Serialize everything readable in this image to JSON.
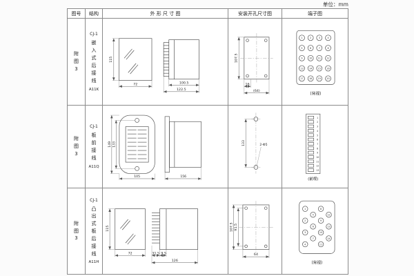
{
  "unit_label": "单位：mm",
  "headers": [
    "图号",
    "结构",
    "外 形 尺 寸 图",
    "安装开孔尺寸图",
    "端子图"
  ],
  "rows": [
    {
      "fig": "附图3",
      "struct": {
        "prefix": "CJ-1",
        "body": "嵌入式后接线",
        "model": "A11K"
      },
      "outline": {
        "height": "115",
        "width": "72",
        "depth_body": "100.5",
        "depth_total": "122.5"
      },
      "mount": {
        "height": "107.5",
        "offset": "16",
        "width": "(64)"
      },
      "terminal": {
        "label": "(背视)",
        "numbers": [
          "1",
          "2",
          "3",
          "4",
          "5",
          "6",
          "7",
          "8",
          "9",
          "10",
          "11",
          "12",
          "13",
          "14",
          "15",
          "16",
          "17",
          "18",
          "19",
          "20"
        ]
      }
    },
    {
      "fig": "附图3",
      "struct": {
        "prefix": "CJ-1",
        "body": "板前接线",
        "model": "A11Q"
      },
      "outline": {
        "height": "149",
        "hole_span": "133",
        "width": "105",
        "depth_total": "156"
      },
      "mount": {
        "hole_span": "133",
        "holes": "2-Φ5"
      },
      "terminal": {
        "label": "(前视)",
        "numbers": [
          "1",
          "2",
          "3",
          "4",
          "5",
          "6",
          "7",
          "8",
          "9",
          "10",
          "11",
          "12",
          "13"
        ]
      }
    },
    {
      "fig": "附图3",
      "struct": {
        "prefix": "CJ-1",
        "body": "凸出式板后接线",
        "model": "A11H"
      },
      "outline": {
        "height": "115",
        "width": "72",
        "comb_depth": "31.5",
        "flange": "9.5",
        "depth_total": "126"
      },
      "mount": {
        "height": "107.5",
        "inner_height": "91.5",
        "width": "64"
      },
      "terminal": {
        "label": "(背视)",
        "numbers": [
          "1",
          "2",
          "3",
          "4",
          "5",
          "6",
          "7",
          "8",
          "9",
          "10",
          "11",
          "12",
          "13",
          "14"
        ]
      }
    }
  ]
}
